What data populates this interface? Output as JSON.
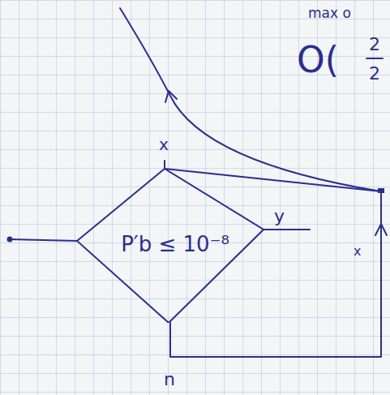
{
  "diagram": {
    "nodes": [
      {
        "text": [
          "P′b ≤ 10⁻⁸"
        ]
      }
    ],
    "labels": [
      "x",
      "y",
      "n",
      "x",
      "max o",
      "O(",
      "2",
      "2"
    ]
  }
}
